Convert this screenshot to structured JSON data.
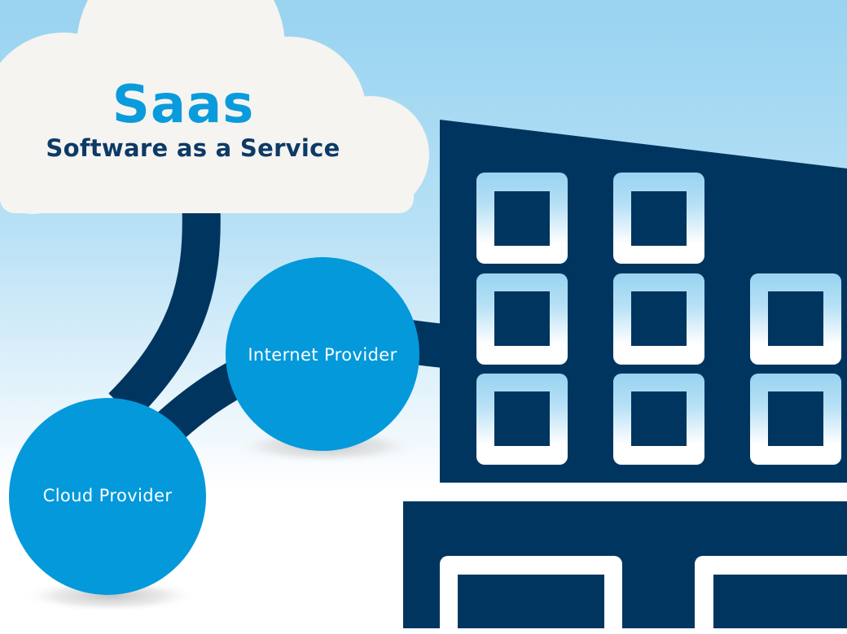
{
  "diagram": {
    "title": "Saas",
    "subtitle": "Software as a Service",
    "nodes": [
      {
        "id": "cloud-provider",
        "label": "Cloud Provider"
      },
      {
        "id": "internet-provider",
        "label": "Internet Provider"
      }
    ],
    "edges": [
      {
        "from": "saas-cloud",
        "to": "cloud-provider"
      },
      {
        "from": "cloud-provider",
        "to": "internet-provider"
      },
      {
        "from": "internet-provider",
        "to": "office-building"
      }
    ],
    "icons": {
      "cloud": "cloud-icon",
      "building": "office-building-icon"
    }
  },
  "colors": {
    "sky_top": "#98d3f0",
    "sky_bottom": "#ffffff",
    "cloud_fill": "#f5f4f1",
    "title_blue": "#0a9bdc",
    "navy": "#00355f",
    "node_blue": "#0399db",
    "node_text": "#ffffff"
  }
}
